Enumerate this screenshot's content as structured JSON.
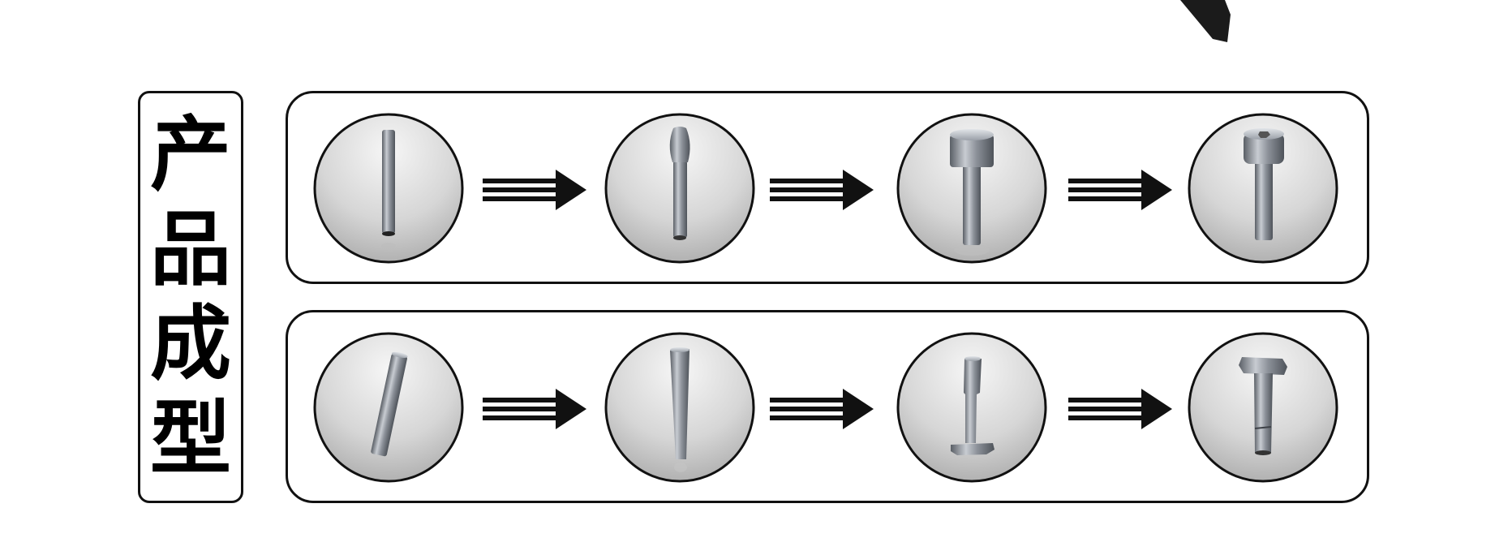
{
  "title": {
    "chars": [
      "产",
      "品",
      "成",
      "型"
    ]
  },
  "colors": {
    "stroke": "#111111",
    "disc_light": "#f4f4f4",
    "disc_dark": "#9a9a9a",
    "metal_light": "#c8ccd2",
    "metal_dark": "#5a5f66"
  },
  "rows": [
    {
      "steps": [
        {
          "icon": "straight-rod-blank-icon"
        },
        {
          "icon": "upset-head-rod-icon"
        },
        {
          "icon": "flat-cylinder-head-icon"
        },
        {
          "icon": "socket-cap-screw-icon"
        }
      ]
    },
    {
      "steps": [
        {
          "icon": "tilted-rod-blank-icon"
        },
        {
          "icon": "tapered-rod-icon"
        },
        {
          "icon": "flanged-shank-icon"
        },
        {
          "icon": "hex-head-bolt-icon"
        }
      ]
    }
  ]
}
